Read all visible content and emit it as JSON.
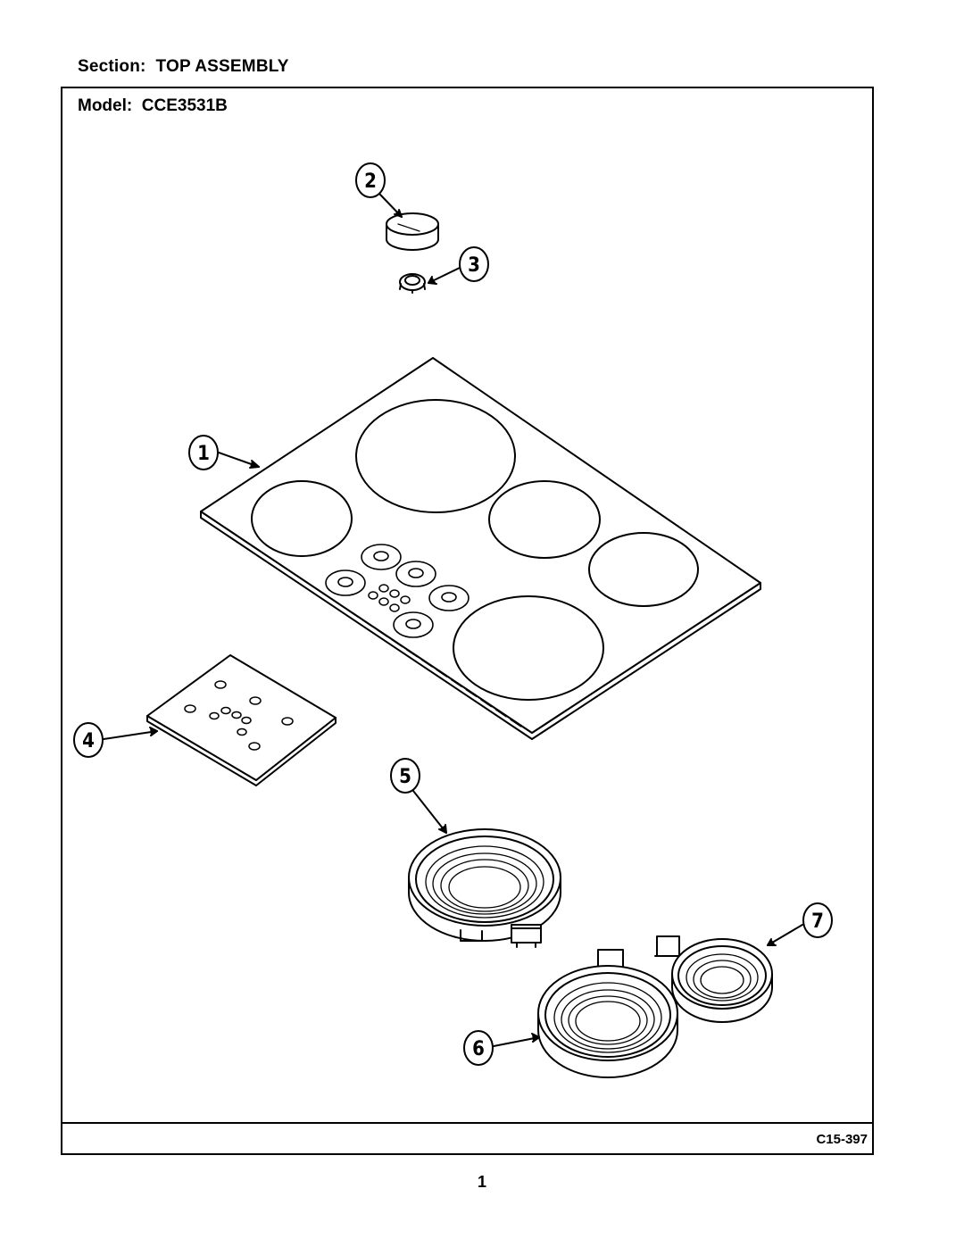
{
  "header": {
    "section": "Section:  TOP ASSEMBLY",
    "model": "Model:  CCE3531B"
  },
  "footer": {
    "figure_code": "C15-397",
    "page_number": "1"
  },
  "callouts": {
    "c1": "1",
    "c2": "2",
    "c3": "3",
    "c4": "4",
    "c5": "5",
    "c6": "6",
    "c7": "7"
  }
}
